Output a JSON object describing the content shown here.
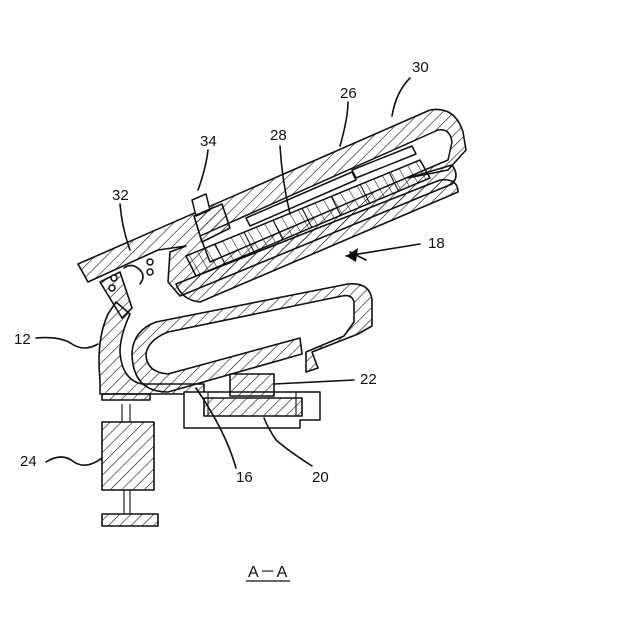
{
  "labels": {
    "n12": "12",
    "n16": "16",
    "n18": "18",
    "n20": "20",
    "n22": "22",
    "n24": "24",
    "n26": "26",
    "n28": "28",
    "n30": "30",
    "n32": "32",
    "n34": "34"
  },
  "caption": "A－A"
}
